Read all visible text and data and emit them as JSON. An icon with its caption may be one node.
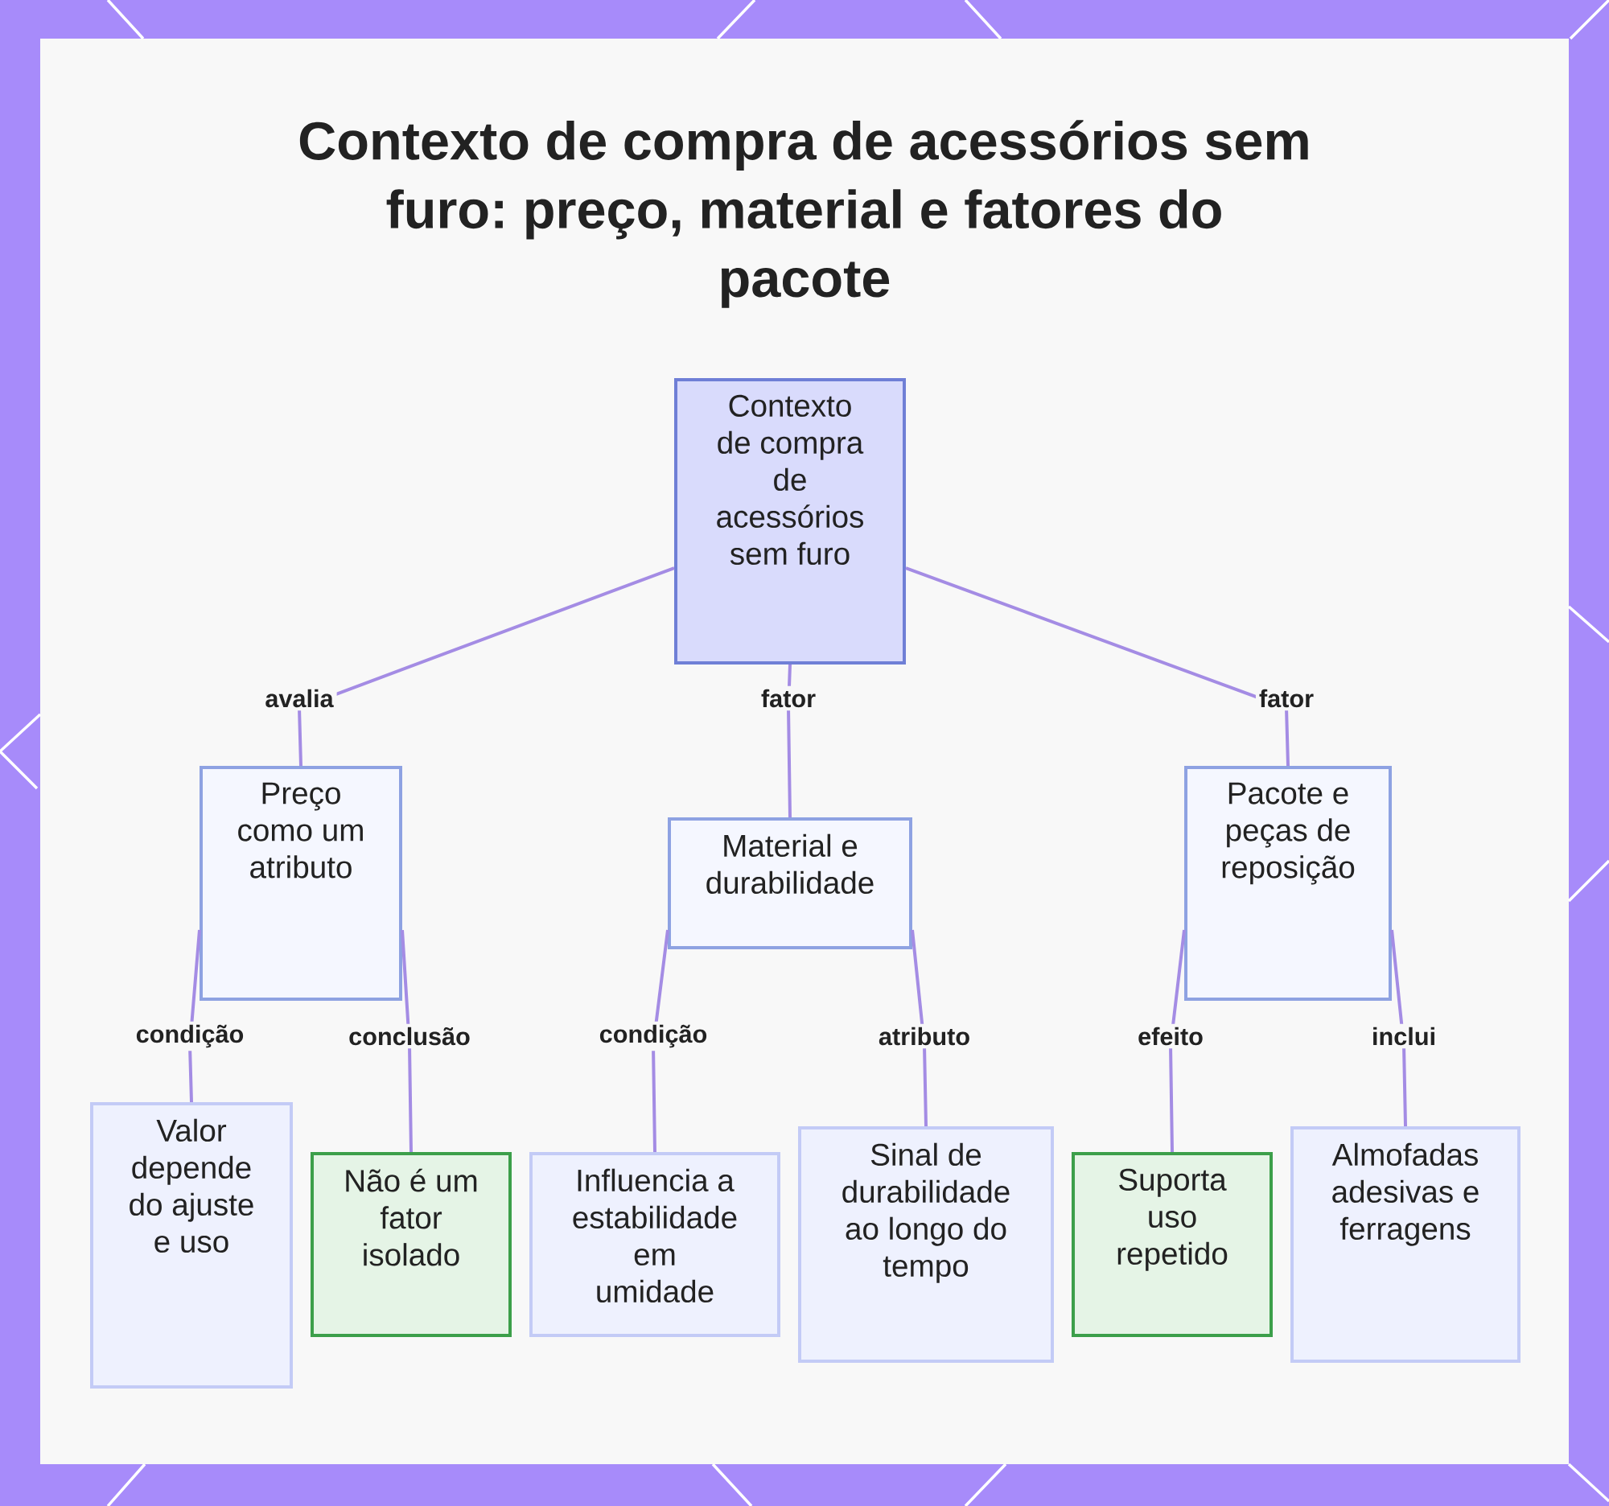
{
  "diagram": {
    "title": "Contexto de compra de acessórios sem furo: preço, material e fatores do pacote",
    "nodes": [
      {
        "text": [
          "Contexto de compra de acessórios sem furo"
        ]
      },
      {
        "text": [
          "Preço como um atributo"
        ]
      },
      {
        "text": [
          "Material e durabilidade"
        ]
      },
      {
        "text": [
          "Pacote e peças de reposição"
        ]
      },
      {
        "text": [
          "Valor depende do ajuste e uso"
        ]
      },
      {
        "text": [
          "Não é um fator isolado"
        ]
      },
      {
        "text": [
          "Influencia a estabilidade em umidade"
        ]
      },
      {
        "text": [
          "Sinal de durabilidade ao longo do tempo"
        ]
      },
      {
        "text": [
          "Suporta uso repetido"
        ]
      },
      {
        "text": [
          "Almofadas adesivas e ferragens"
        ]
      }
    ],
    "edges": [
      {
        "from": 0,
        "to": 1,
        "arrow": "none",
        "label": "avalia"
      },
      {
        "from": 0,
        "to": 2,
        "arrow": "none",
        "label": "fator"
      },
      {
        "from": 0,
        "to": 3,
        "arrow": "none",
        "label": "fator"
      },
      {
        "from": 1,
        "to": 4,
        "arrow": "none",
        "label": "condição"
      },
      {
        "from": 1,
        "to": 5,
        "arrow": "none",
        "label": "conclusão"
      },
      {
        "from": 2,
        "to": 6,
        "arrow": "none",
        "label": "condição"
      },
      {
        "from": 2,
        "to": 7,
        "arrow": "none",
        "label": "atributo"
      },
      {
        "from": 3,
        "to": 8,
        "arrow": "none",
        "label": "efeito"
      },
      {
        "from": 3,
        "to": 9,
        "arrow": "none",
        "label": "inclui"
      }
    ]
  }
}
